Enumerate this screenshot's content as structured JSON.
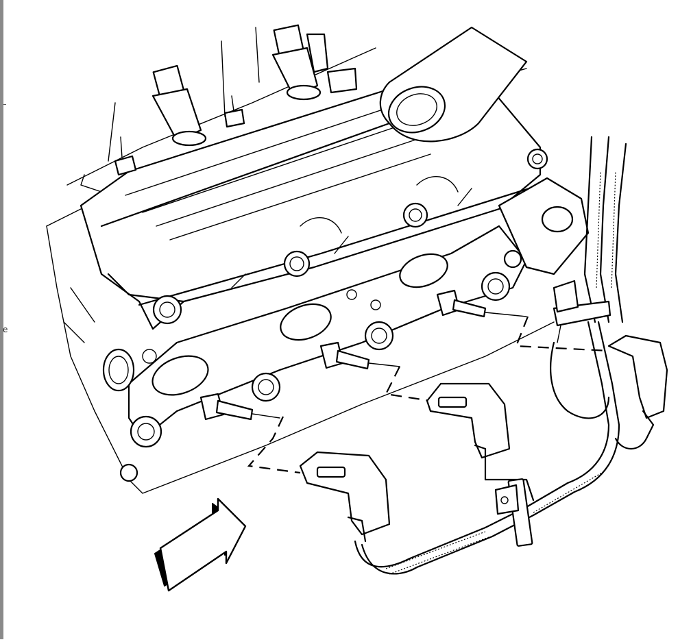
{
  "viewer": {
    "edge_letter": "e"
  },
  "figure": {
    "components": [
      "fuel-injector",
      "fuel-injector",
      "valve-cover",
      "intake-tube",
      "exhaust-manifold-gasket",
      "spark-plug",
      "spark-plug",
      "spark-plug",
      "spark-plug-boot",
      "spark-plug-boot",
      "spark-plug-boot",
      "wire-harness",
      "harness-clip",
      "view-direction-arrow"
    ]
  }
}
